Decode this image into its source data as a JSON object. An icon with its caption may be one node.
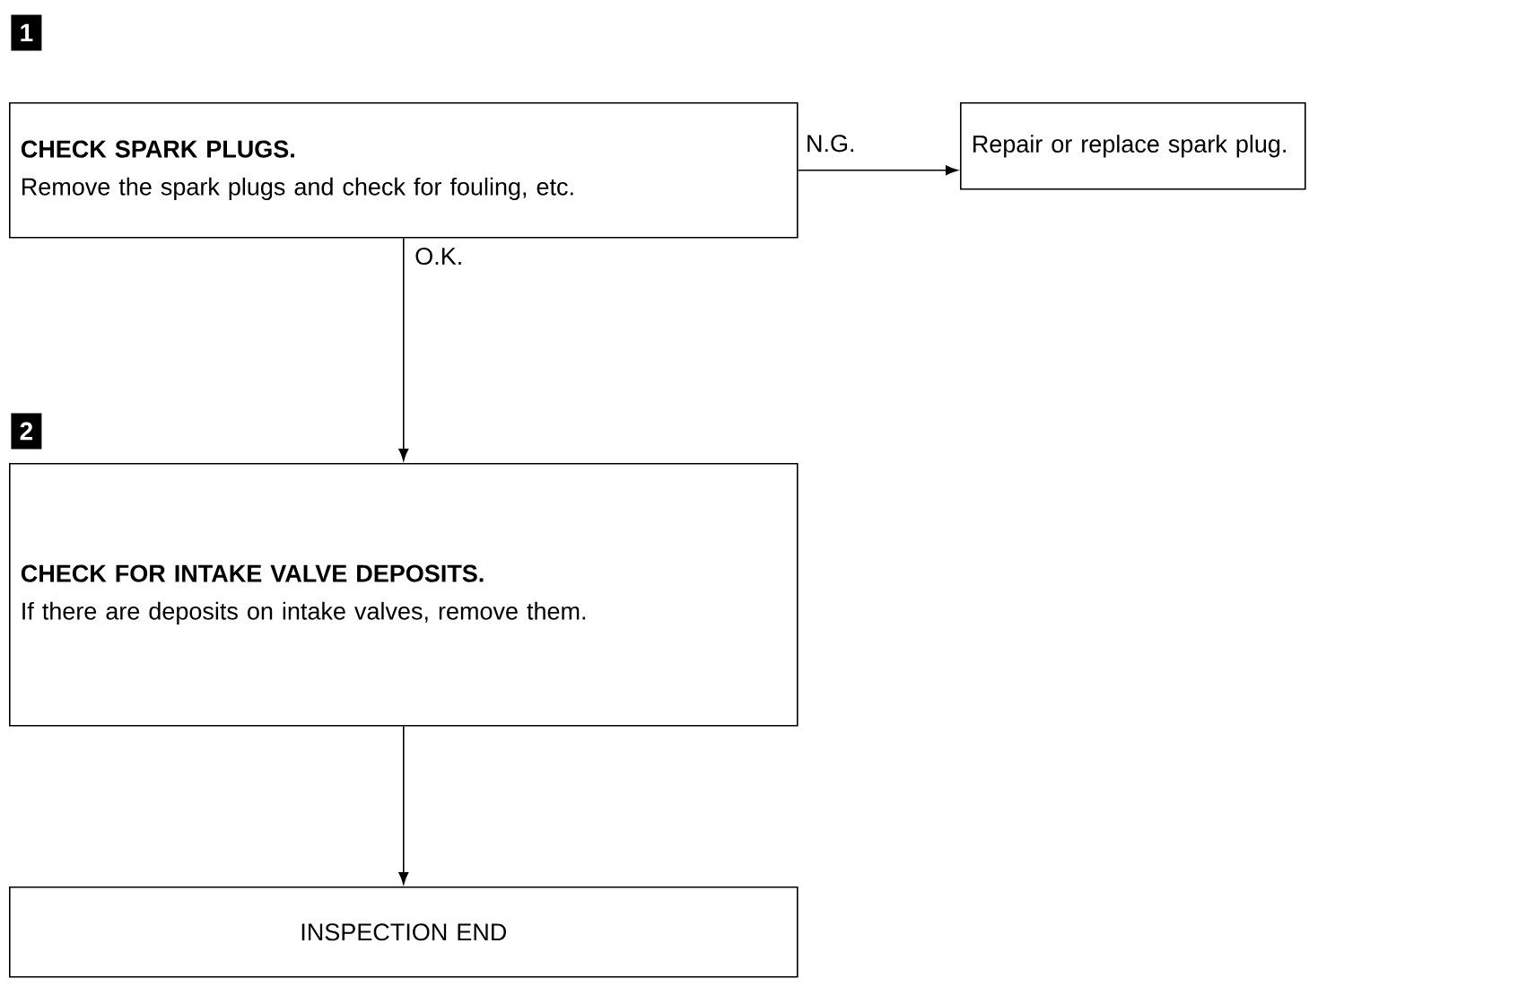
{
  "diagram": {
    "nodes": [
      {
        "text": [
          "CHECK SPARK PLUGS.",
          "Remove the spark plugs and check for fouling, etc."
        ]
      },
      {
        "text": [
          "Repair or replace spark plug."
        ]
      },
      {
        "text": [
          "CHECK FOR INTAKE VALVE DEPOSITS.",
          "If there are deposits on intake valves, remove them."
        ]
      },
      {
        "text": [
          "INSPECTION END"
        ]
      }
    ],
    "edges": [
      {
        "from": 0,
        "to": 1,
        "arrow": "to",
        "label": "N.G."
      },
      {
        "from": 0,
        "to": 2,
        "arrow": "to",
        "label": "O.K."
      },
      {
        "from": 2,
        "to": 3,
        "arrow": "to"
      }
    ],
    "labels": [
      "1",
      "2"
    ]
  }
}
